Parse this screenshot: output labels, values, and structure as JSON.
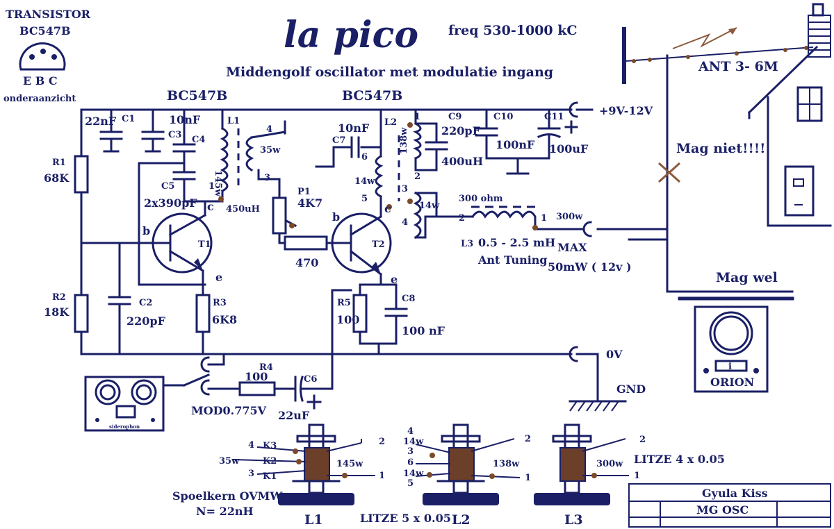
{
  "title": "la pico",
  "freq": "freq 530-1000 kC",
  "subtitle": "Middengolf oscillator met modulatie ingang",
  "transistor_info": {
    "heading": "TRANSISTOR",
    "type": "BC547B",
    "pins": "E B C",
    "view": "onderaanzicht"
  },
  "t1": {
    "part": "BC547B",
    "name": "T1"
  },
  "t2": {
    "part": "BC547B",
    "name": "T2"
  },
  "pins": {
    "b": "b",
    "c": "c",
    "e": "e"
  },
  "components": {
    "c1_val": "22nF",
    "c1": "C1",
    "c3_val": "10nF",
    "c3": "C3",
    "c4": "C4",
    "c5": "C5",
    "c5_val": "2x390pF",
    "l1": "L1",
    "l1_turns": "145w",
    "l1_val": "450uH",
    "r1": "R1",
    "r1_val": "68K",
    "r2": "R2",
    "r2_val": "18K",
    "c2": "C2",
    "c2_val": "220pF",
    "r3": "R3",
    "r3_val": "6K8",
    "p1": "P1",
    "p1_val": "4K7",
    "link_turns": "35w",
    "r470": "470",
    "c7_val": "10nF",
    "c7": "C7",
    "l2": "L2",
    "l2_turns": "138w",
    "l2_tap": "14w",
    "c9": "C9",
    "c9_val": "220pF",
    "l2_val": "400uH",
    "c10": "C10",
    "c10_val": "100nF",
    "c11": "C11",
    "c11_val": "100uF",
    "r5": "R5",
    "r5_val": "100",
    "c8": "C8",
    "c8_val": "100 nF",
    "l3": "L3",
    "l3_val": "0.5 - 2.5 mH",
    "l3_note": "Ant Tuning",
    "ohm300": "300 ohm",
    "w300": "300w",
    "w14": "14w",
    "r4": "R4",
    "r4_val": "100",
    "c6": "C6",
    "c6_val": "22uF",
    "mod": "MOD0.775V"
  },
  "nums": {
    "n1": "1",
    "n2": "2",
    "n3": "3",
    "n4": "4",
    "n5": "5",
    "n6": "6"
  },
  "supply": "+9V-12V",
  "zero": "0V",
  "gnd": "GND",
  "max": "MAX",
  "max_power": "50mW ( 12v )",
  "antenna": "ANT 3- 6M",
  "mag_niet": "Mag niet!!!!",
  "mag_wel": "Mag wel",
  "radio": "ORION",
  "radio_dial": "i",
  "recorder_label": "siderophon",
  "coils": {
    "k3": "K3",
    "k2": "K2",
    "k1": "K1",
    "l1_w": "35w",
    "l1_w2": "145w",
    "l2_w": "14w",
    "l2_w2": "138w",
    "l2_w3": "14w",
    "l3_w": "300w",
    "litze1": "LITZE 5 x 0.05",
    "litze2": "LITZE 4 x 0.05",
    "spoel": "Spoelkern OVMW",
    "n22": "N= 22nH",
    "cap_l1": "L1",
    "cap_l2": "L2",
    "cap_l3": "L3"
  },
  "titleblock": {
    "author": "Gyula Kiss",
    "drawing": "MG OSC"
  },
  "colors": {
    "ink": "#1a1f66",
    "dot": "#7a4a2a",
    "core": "#6b3f2a",
    "background": "#ffffff"
  }
}
